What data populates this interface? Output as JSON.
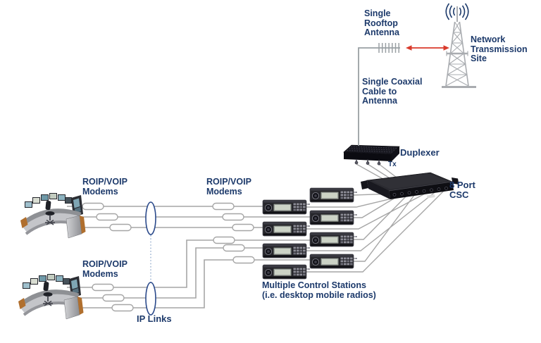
{
  "labels": {
    "rooftop_antenna": "Single\nRooftop\nAntenna",
    "network_site": "Network\nTransmission\nSite",
    "coax_cable": "Single Coaxial\nCable to\nAntenna",
    "duplexer": "Duplexer",
    "tx_port": "Tx",
    "csc": "8 Port\nCSC",
    "modems_top_left": "ROIP/VOIP\nModems",
    "modems_top_right": "ROIP/VOIP\nModems",
    "modems_bottom": "ROIP/VOIP\nModems",
    "control_stations": "Multiple Control Stations\n(i.e. desktop mobile radios)",
    "ip_links": "IP Links"
  },
  "colors": {
    "label_navy": "#1d3a6b",
    "cable_gray": "#a6a6a6",
    "accent_red": "#d93a2b",
    "tower_gray": "#a9acb0",
    "ip_blue": "#2b4a8b",
    "dotted_blue": "#8fa9cc",
    "device_dark": "#1c1c22",
    "background": "#ffffff"
  },
  "icons": {
    "tower": "radio-tower-icon",
    "rooftop_antenna": "rooftop-antenna-icon",
    "rf_link": "rf-link-arrow-icon",
    "duplexer": "duplexer-icon",
    "csc": "csc-rack-unit-icon",
    "control_station": "control-station-radio-icon",
    "dispatch_console": "dispatch-console-icon",
    "ip_link": "ip-link-ellipse-icon",
    "modem": "modem-pill-icon"
  },
  "structure": {
    "dispatch_consoles": 2,
    "modem_links_per_console": 3,
    "modem_pills_total": 12,
    "control_stations": 8,
    "csc_ports": 8,
    "duplexer_to_csc_cables": 3,
    "ip_link_clouds": 2
  }
}
